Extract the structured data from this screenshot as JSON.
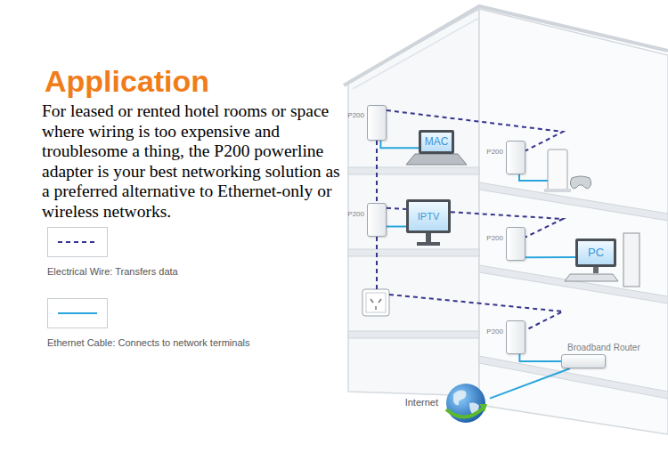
{
  "diagram": {
    "title": "Application",
    "nodes": [
      {
        "text": [
          "P200"
        ]
      },
      {
        "text": [
          "MAC"
        ]
      },
      {
        "text": [
          "P200"
        ]
      },
      {
        "text": [
          "P200"
        ]
      },
      {
        "text": [
          "IPTV"
        ]
      },
      {
        "text": [
          "P200"
        ]
      },
      {
        "text": [
          "PC"
        ]
      },
      {
        "text": [
          "P200"
        ]
      },
      {
        "text": [
          "Broadband Router"
        ]
      },
      {
        "text": [
          "Internet"
        ]
      }
    ],
    "edges": [
      {
        "from": 0,
        "to": 2,
        "arrow": "none"
      },
      {
        "from": 0,
        "to": 3,
        "arrow": "none"
      },
      {
        "from": 3,
        "to": 5,
        "arrow": "none"
      },
      {
        "from": 0,
        "to": 1,
        "arrow": "none"
      },
      {
        "from": 3,
        "to": 4,
        "arrow": "none"
      },
      {
        "from": 5,
        "to": 6,
        "arrow": "none"
      },
      {
        "from": 7,
        "to": 8,
        "arrow": "none"
      },
      {
        "from": 8,
        "to": 9,
        "arrow": "none"
      }
    ],
    "labels": [
      "For leased or rented hotel rooms or space where wiring is too expensive and troublesome a thing, the P200 powerline adapter is your best networking solution as a preferred alternative to Ethernet-only or wireless networks."
    ],
    "legend": [
      {
        "text": "Electrical Wire: Transfers data"
      },
      {
        "text": "Ethernet Cable: Connects to network terminals"
      }
    ]
  }
}
